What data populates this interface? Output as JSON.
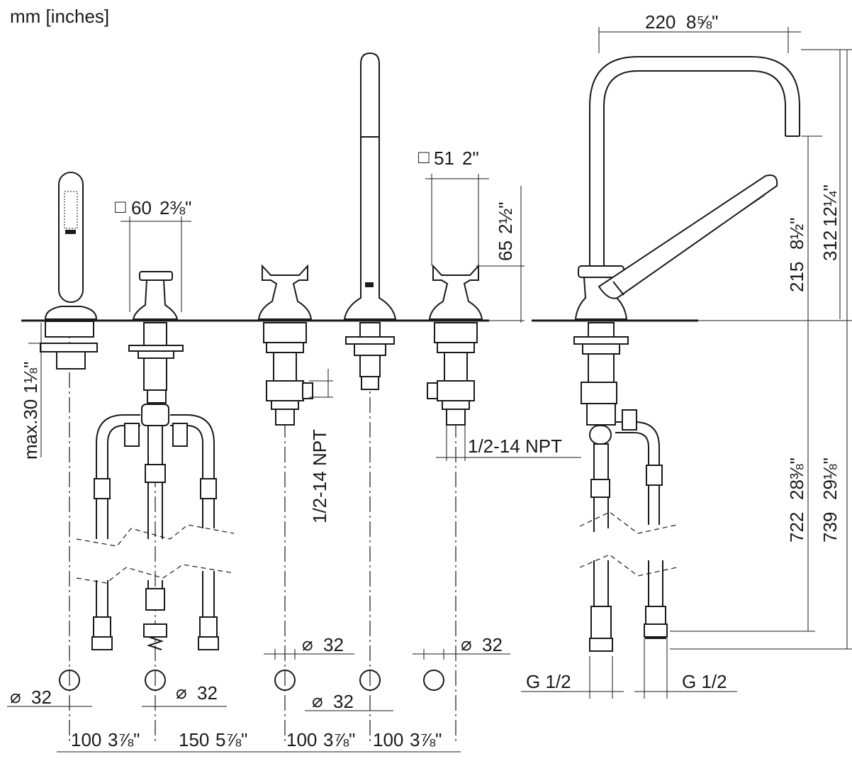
{
  "units_label": "mm [inches]",
  "dimensions": {
    "spout_reach": "220",
    "spout_reach_in": "8⅝\"",
    "spout_height": "312",
    "spout_height_in": "12¼\"",
    "handshower_height": "215",
    "handshower_height_in": "8½\"",
    "handle_square_a": "60",
    "handle_square_a_in": "2⅜\"",
    "handle_square_b": "51",
    "handle_square_b_in": "2\"",
    "handle_height": "65",
    "handle_height_in": "2½\"",
    "deck_thickness": "max.30",
    "deck_thickness_in": "1⅛\"",
    "thread_vertical": "1/2-14 NPT",
    "thread_horizontal": "1/2-14 NPT",
    "hole_dia_1": "32",
    "hole_dia_2": "32",
    "hole_dia_3": "32",
    "hole_dia_4": "32",
    "hole_dia_5": "32",
    "connector_left": "G 1/2",
    "connector_right": "G 1/2",
    "length_722": "722",
    "length_722_in": "28⅜\"",
    "length_739": "739",
    "length_739_in": "29⅛\"",
    "spacing_1": "100",
    "spacing_1_in": "3⅞\"",
    "spacing_2": "150",
    "spacing_2_in": "5⅞\"",
    "spacing_3": "100",
    "spacing_3_in": "3⅞\"",
    "spacing_4": "100",
    "spacing_4_in": "3⅞\""
  },
  "symbols": {
    "diameter": "⌀",
    "square": "□"
  }
}
